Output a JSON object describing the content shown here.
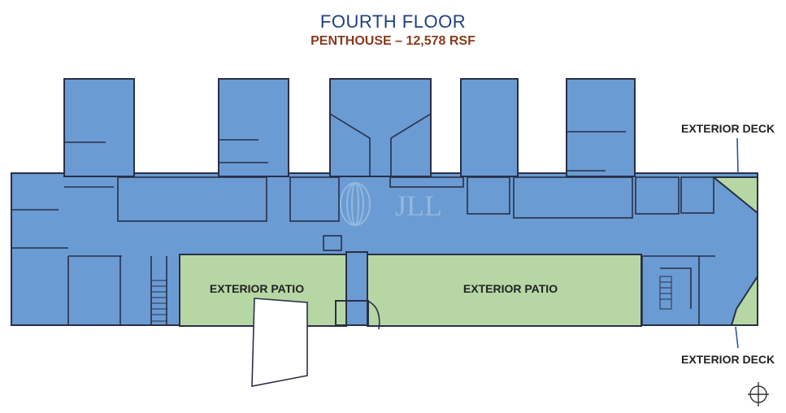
{
  "header": {
    "title": "FOURTH FLOOR",
    "subtitle": "PENTHOUSE – 12,578 RSF"
  },
  "labels": {
    "patio_left": "EXTERIOR PATIO",
    "patio_right": "EXTERIOR PATIO",
    "deck_top": "EXTERIOR DECK",
    "deck_bottom": "EXTERIOR DECK"
  },
  "watermark": "JLL",
  "colors": {
    "interior": "#6a9bd3",
    "patio": "#b6d7a4",
    "wall": "#2a2f45",
    "title": "#1f3f80",
    "subtitle": "#8a3a1c"
  },
  "icons": {
    "north_arrow": "compass-rose-icon"
  }
}
